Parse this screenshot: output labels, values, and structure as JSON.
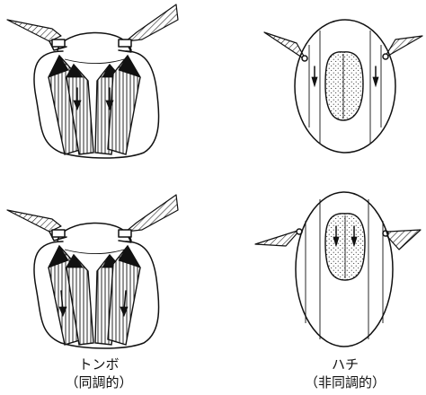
{
  "captions": {
    "left_name": "トンボ",
    "left_mode": "（同調的）",
    "right_name": "ハチ",
    "right_mode": "（非同調的）"
  }
}
